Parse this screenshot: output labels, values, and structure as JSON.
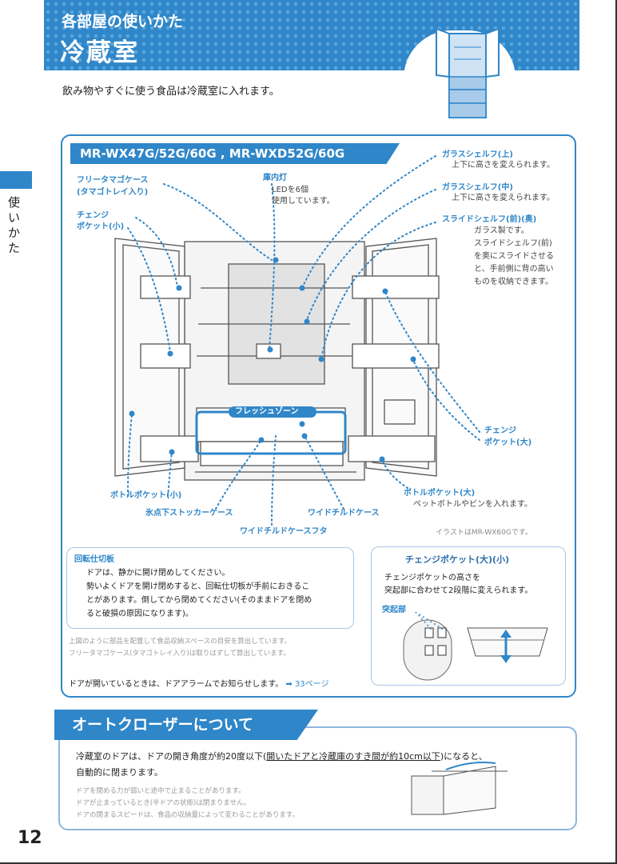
{
  "header": {
    "subtitle": "各部屋の使いかた",
    "title": "冷蔵室",
    "intro": "飲み物やすぐに使う食品は冷蔵室に入れます。"
  },
  "side_label": "使いかた",
  "page_number": "12",
  "model_label": "MR-WX47G/52G/60G , MR-WXD52G/60G",
  "callouts": {
    "egg_case": "フリータマゴケース",
    "egg_case_sub": "(タマゴトレイ入り)",
    "change_pocket_small": "チェンジ",
    "change_pocket_small_2": "ポケット(小)",
    "lamp": "庫内灯",
    "lamp_desc_1": "LEDを6個",
    "lamp_desc_2": "使用しています。",
    "glass_shelf_upper": "ガラスシェルフ(上)",
    "glass_shelf_upper_desc": "上下に高さを変えられます。",
    "glass_shelf_middle": "ガラスシェルフ(中)",
    "glass_shelf_middle_desc": "上下に高さを変えられます。",
    "slide_shelf": "スライドシェルフ(前)(奥)",
    "slide_shelf_desc": [
      "ガラス製です。",
      "スライドシェルフ(前)",
      "を奥にスライドさせる",
      "と、手前側に背の高い",
      "ものを収納できます。"
    ],
    "change_pocket_large": "チェンジ",
    "change_pocket_large_2": "ポケット(大)",
    "fresh_zone": "フレッシュゾーン",
    "bottle_pocket_small": "ボトルポケット(小)",
    "ice_stocker": "氷点下ストッカーケース",
    "wide_chilled_lid": "ワイドチルドケースフタ",
    "wide_chilled": "ワイドチルドケース",
    "bottle_pocket_large": "ボトルポケット(大)",
    "bottle_pocket_large_desc": "ペットボトルやビンを入れます。",
    "illustration_note": "イラストはMR-WX60Gです。"
  },
  "rotating_partition": {
    "title": "回転仕切板",
    "lines": [
      "ドアは、静かに開け閉めしてください。",
      "勢いよくドアを開け閉めすると、回転仕切板が手前におきるこ",
      "とがあります。倒してから閉めてください(そのままドアを閉め",
      "ると破損の原因になります)。"
    ]
  },
  "change_pocket_box": {
    "title": "チェンジポケット(大)(小)",
    "lines": [
      "チェンジポケットの高さを",
      "突起部に合わせて2段階に変えられます。"
    ],
    "protrusion": "突起部"
  },
  "grey_notes": [
    "上図のように部品を配置して食品収納スペースの目安を算出しています。",
    "フリータマゴケース(タマゴトレイ入り)は取りはずして算出しています。"
  ],
  "door_alarm": {
    "text": "ドアが開いているときは、ドアアラームでお知らせします。",
    "link": "➡ 33ページ"
  },
  "autocloser": {
    "title": "オートクローザーについて",
    "text_1": "冷蔵室のドアは、ドアの開き角度が約20度以下(",
    "text_underlined": "開いたドアと冷蔵庫のすき間が約10cm以下",
    "text_2": ")になると、",
    "text_3": "自動的に閉まります。",
    "notes": [
      "ドアを閉める力が弱いと途中で止まることがあります。",
      "ドアが止まっているとき(半ドアの状態)は閉まりません。",
      "ドアの閉まるスピードは、食品の収納量によって変わることがあります。"
    ]
  },
  "colors": {
    "accent": "#2f86c8",
    "light_border": "#a9c7e2"
  }
}
